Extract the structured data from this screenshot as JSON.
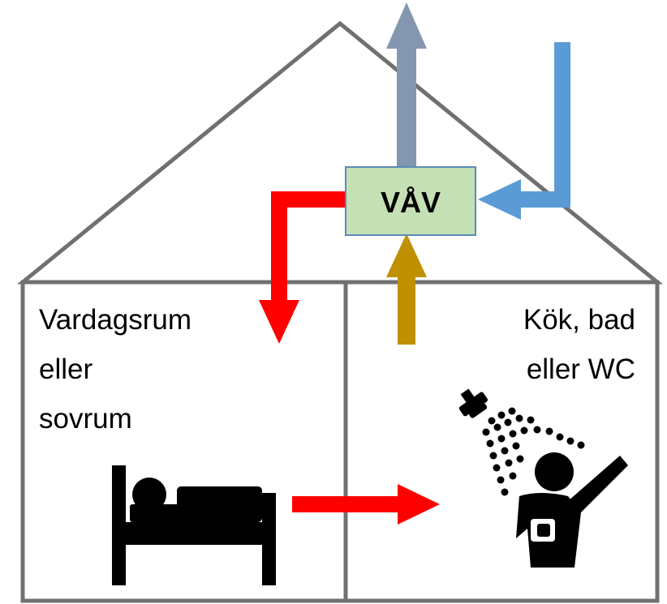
{
  "unit": {
    "label": "VÅV",
    "fill": "#c5e0b4",
    "stroke": "#5b8bb5"
  },
  "rooms": {
    "left": {
      "lines": [
        "Vardagsrum",
        "eller",
        "sovrum"
      ],
      "icon": "bed-icon"
    },
    "right": {
      "lines": [
        "Kök, bad",
        "eller WC"
      ],
      "icon": "shower-person-icon"
    }
  },
  "colors": {
    "house_outline": "#707070",
    "supply_air": "#ff0000",
    "exhaust_to_outside": "#8497b0",
    "outdoor_air": "#5b9bd5",
    "extract_air": "#bf9000",
    "icon": "#000000"
  }
}
